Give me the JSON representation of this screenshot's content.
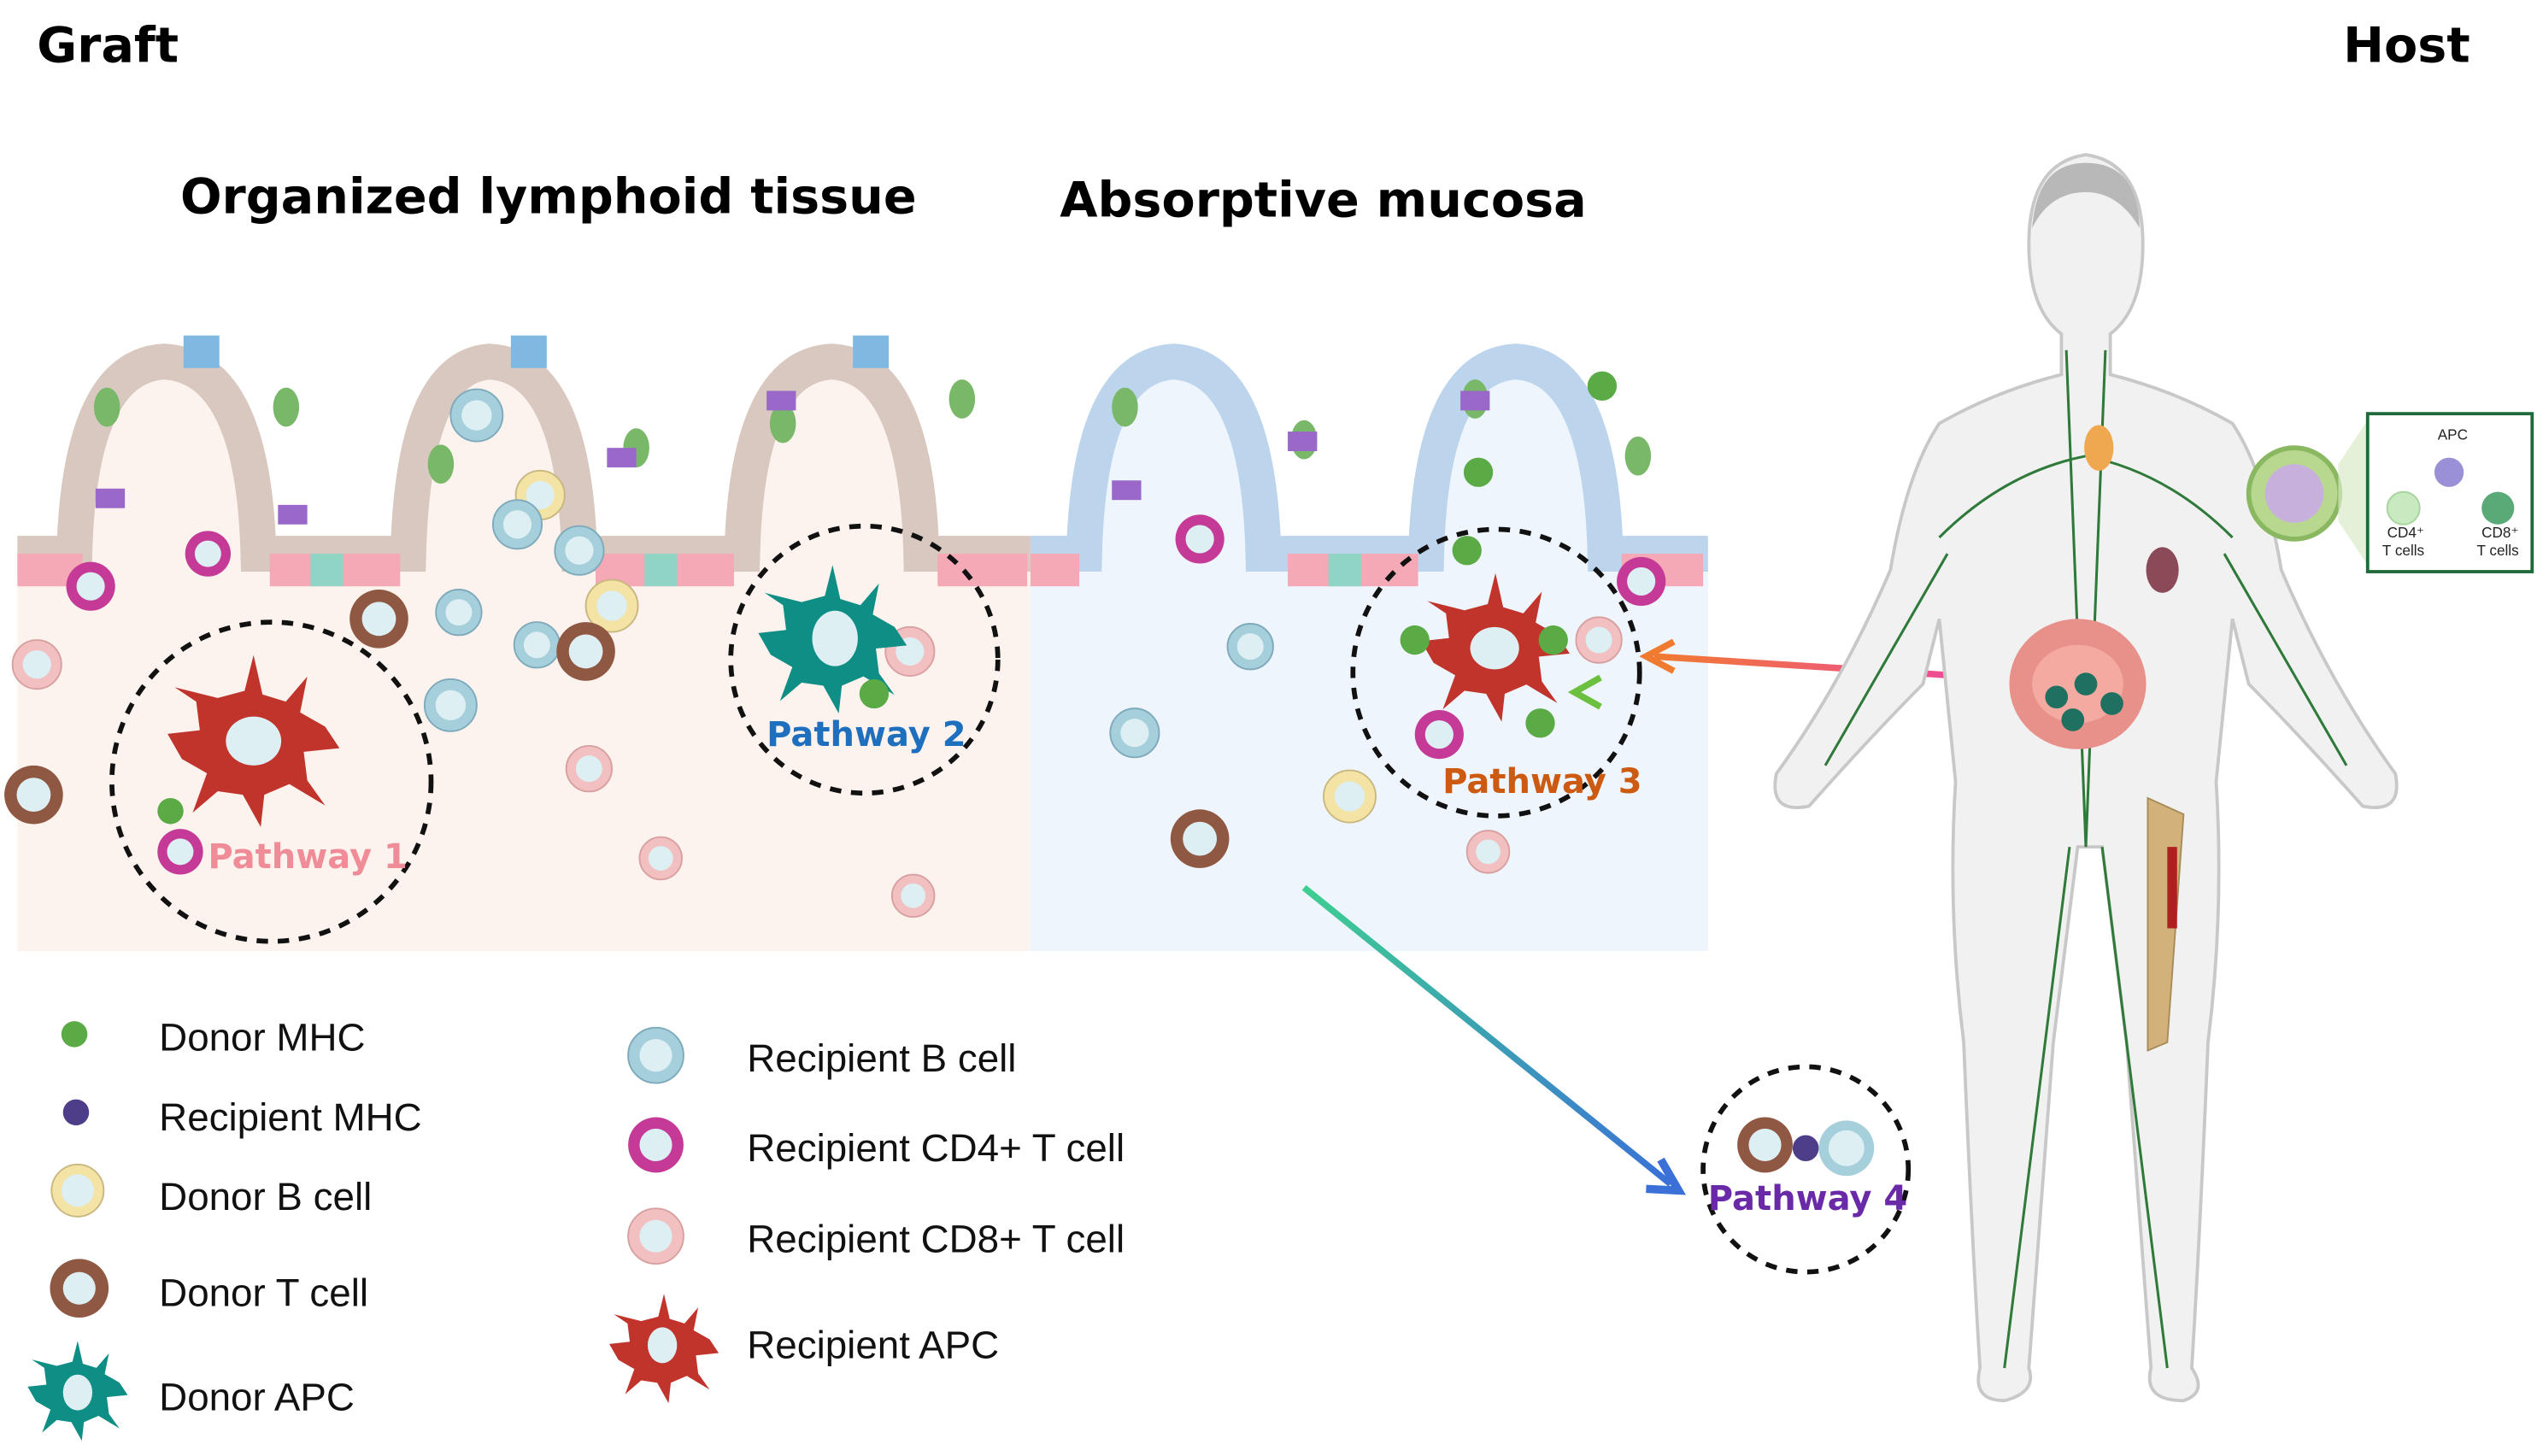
{
  "headers": {
    "graft": "Graft",
    "host": "Host"
  },
  "regions": {
    "lymphoid": "Organized lymphoid tissue",
    "mucosa": "Absorptive mucosa"
  },
  "pathways": [
    {
      "label": "Pathway 1",
      "color": "#f08c98"
    },
    {
      "label": "Pathway 2",
      "color": "#1f6fbf"
    },
    {
      "label": "Pathway 3",
      "color": "#cc5a10"
    },
    {
      "label": "Pathway 4",
      "color": "#6a2aa8"
    }
  ],
  "lymph_node_inset": {
    "apc": "APC",
    "cd4": "CD4⁺",
    "cd8": "CD8⁺",
    "tcells": "T cells"
  },
  "legend": {
    "left": [
      {
        "label": "Donor MHC",
        "icon": "donor-mhc-dot",
        "color": "#5aaa46"
      },
      {
        "label": "Recipient MHC",
        "icon": "recipient-mhc-dot",
        "color": "#4e3d88"
      },
      {
        "label": "Donor B cell",
        "icon": "donor-b-cell",
        "color": "#f3e3a4"
      },
      {
        "label": "Donor T cell",
        "icon": "donor-t-cell",
        "color": "#8f5843"
      },
      {
        "label": "Donor APC",
        "icon": "donor-apc",
        "color": "#0f8e86"
      }
    ],
    "right": [
      {
        "label": "Recipient  B cell",
        "icon": "recipient-b-cell",
        "color": "#a6cfdc"
      },
      {
        "label": "Recipient CD4+ T cell",
        "icon": "recipient-cd4-t-cell",
        "color": "#c43a96"
      },
      {
        "label": "Recipient CD8+ T cell",
        "icon": "recipient-cd8-t-cell",
        "color": "#f2c0c0"
      },
      {
        "label": "Recipient APC",
        "icon": "recipient-apc",
        "color": "#c0342c"
      }
    ]
  },
  "colors": {
    "lymphoid_bg": "#fdf3ee",
    "mucosa_bg": "#eef5fc",
    "nucleus": "#ddeff3",
    "lymphatic": "#2f7a3a"
  }
}
